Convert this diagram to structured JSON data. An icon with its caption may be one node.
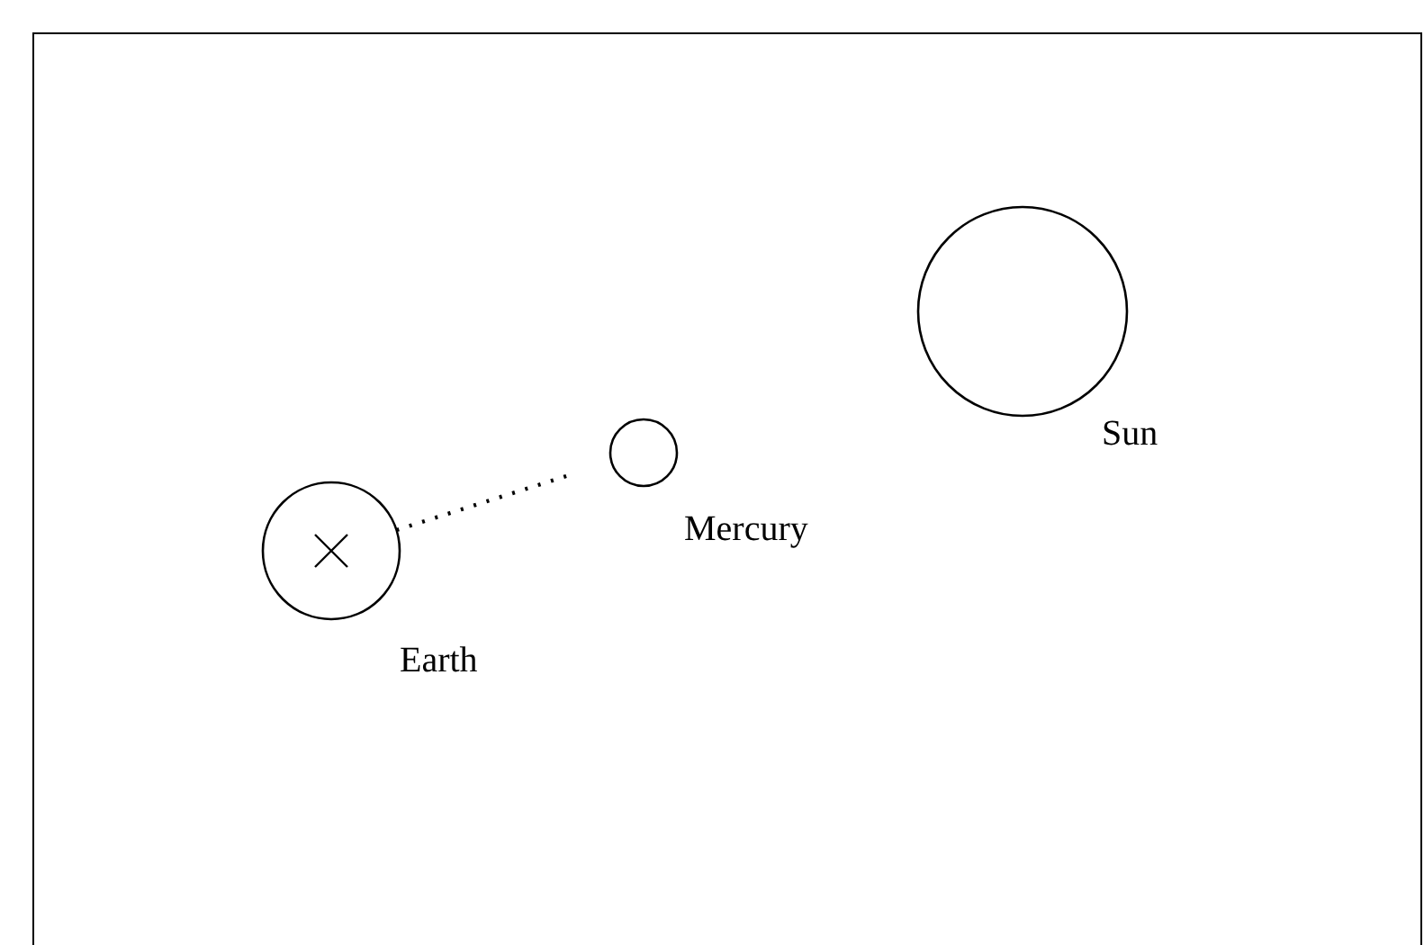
{
  "diagram": {
    "nodes": [
      {
        "text": [],
        "shape": "circle",
        "beside": [
          "Earth"
        ]
      },
      {
        "text": [],
        "shape": "circle",
        "beside": [
          "Mercury"
        ]
      },
      {
        "text": [],
        "shape": "circle",
        "beside": [
          "Sun"
        ]
      }
    ],
    "edges": [
      {
        "from": 0,
        "to": 1,
        "arrow": "none",
        "style": "dashed"
      }
    ]
  }
}
